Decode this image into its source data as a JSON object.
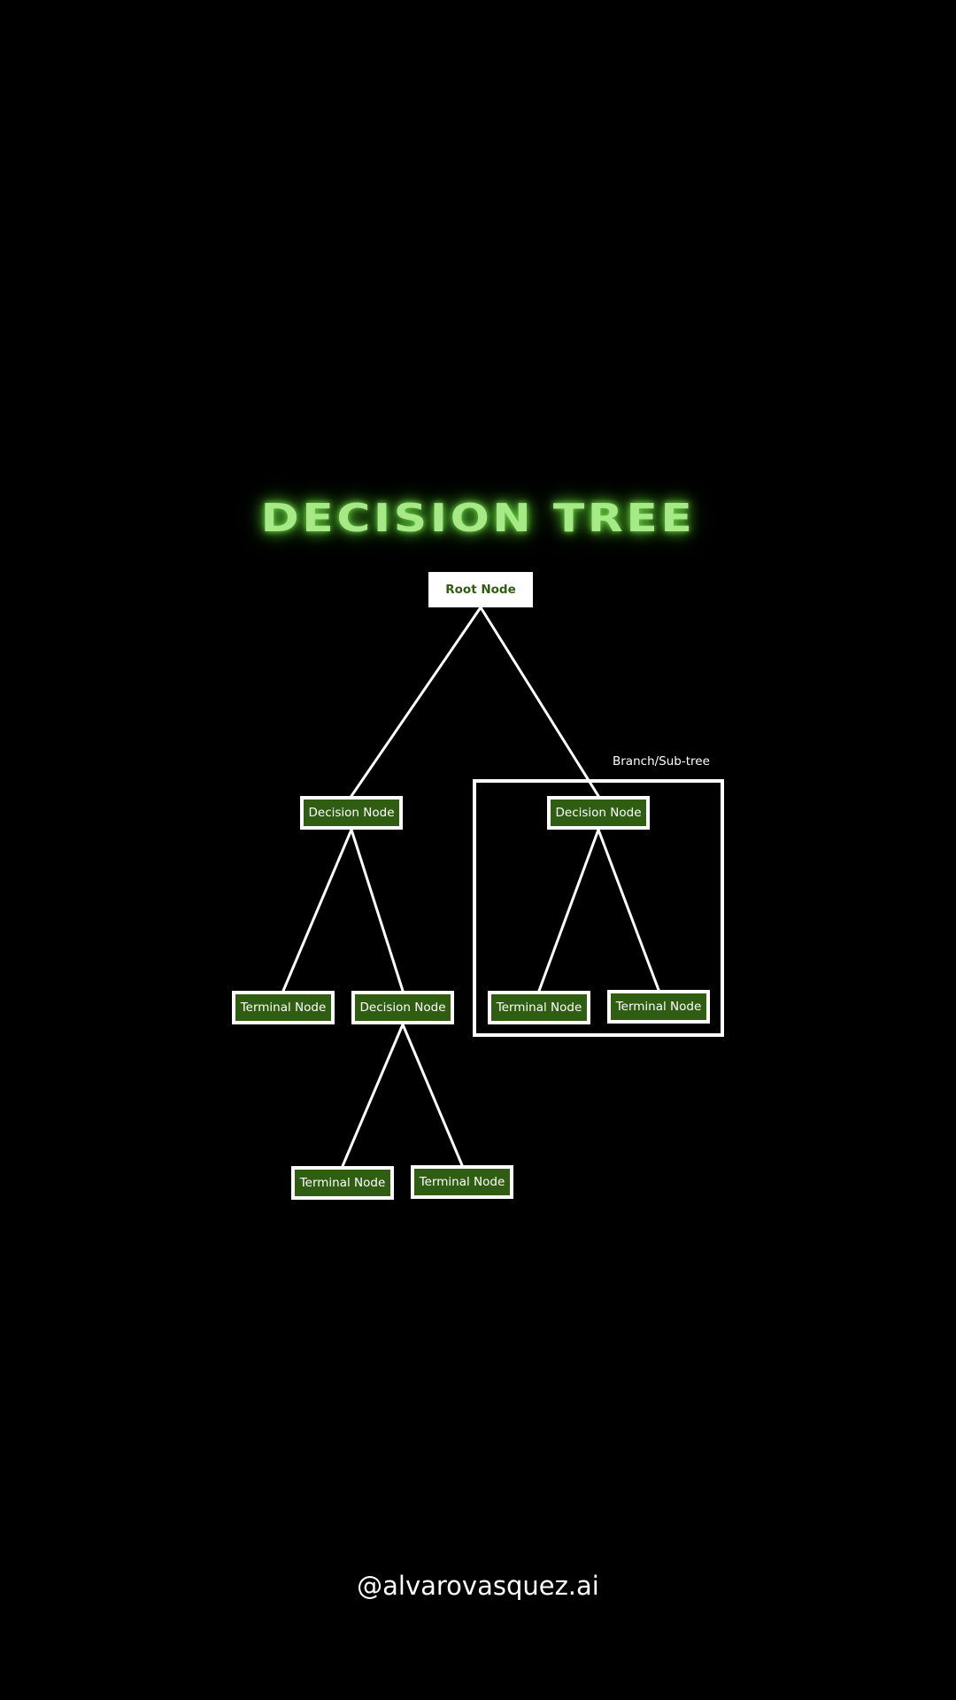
{
  "title": "DECISION TREE",
  "colors": {
    "background": "#000000",
    "title_glow": "#a6e986",
    "node_fill": "#2f5e13",
    "node_border": "#ffffff",
    "root_text": "#2f5e13",
    "edge": "#ffffff"
  },
  "tree": {
    "root": {
      "label": "Root Node"
    },
    "left": {
      "label": "Decision Node",
      "children": [
        {
          "label": "Terminal Node"
        },
        {
          "label": "Decision Node",
          "children": [
            {
              "label": "Terminal Node"
            },
            {
              "label": "Terminal Node"
            }
          ]
        }
      ]
    },
    "right": {
      "label": "Decision Node",
      "children": [
        {
          "label": "Terminal Node"
        },
        {
          "label": "Terminal Node"
        }
      ]
    }
  },
  "subtree_label": "Branch/Sub-tree",
  "footer": {
    "handle": "@alvarovasquez.ai"
  }
}
